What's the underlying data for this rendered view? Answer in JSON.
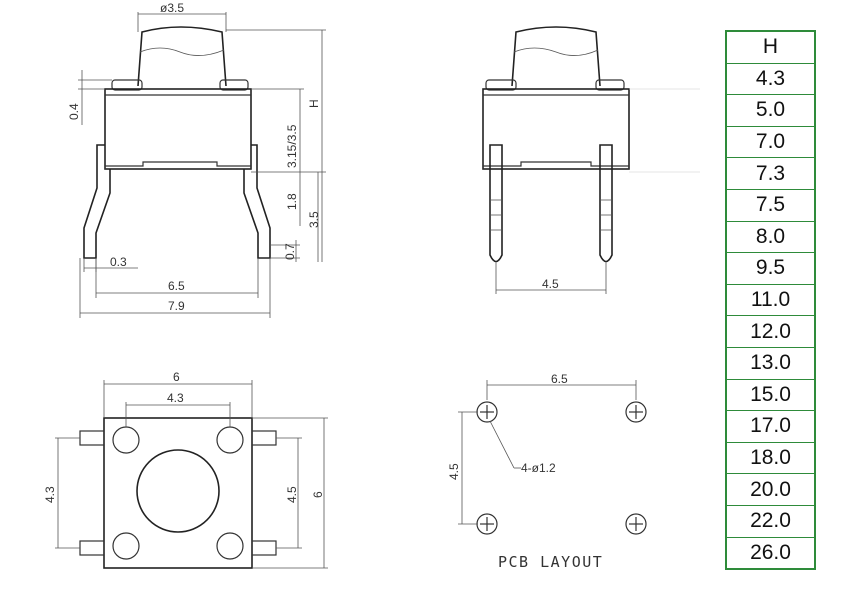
{
  "side_view": {
    "dia_label": "ø3.5",
    "h_label": "H",
    "d04": "0.4",
    "d315": "3.15/3.5",
    "d18": "1.8",
    "d35": "3.5",
    "d07": "0.7",
    "d03": "0.3",
    "d65": "6.5",
    "d79": "7.9"
  },
  "front_view": {
    "d45": "4.5"
  },
  "top_view": {
    "d6_top": "6",
    "d43_top": "4.3",
    "d43_left": "4.3",
    "d45_right": "4.5",
    "d6_right": "6"
  },
  "pcb": {
    "d65": "6.5",
    "d45": "4.5",
    "hole_label": "4-ø1.2",
    "title": "PCB LAYOUT"
  },
  "height_table": {
    "header": "H",
    "rows": [
      "4.3",
      "5.0",
      "7.0",
      "7.3",
      "7.5",
      "8.0",
      "9.5",
      "11.0",
      "12.0",
      "13.0",
      "15.0",
      "17.0",
      "18.0",
      "20.0",
      "22.0",
      "26.0"
    ]
  },
  "colors": {
    "table_border": "#2e8b3a",
    "line": "#333333"
  }
}
